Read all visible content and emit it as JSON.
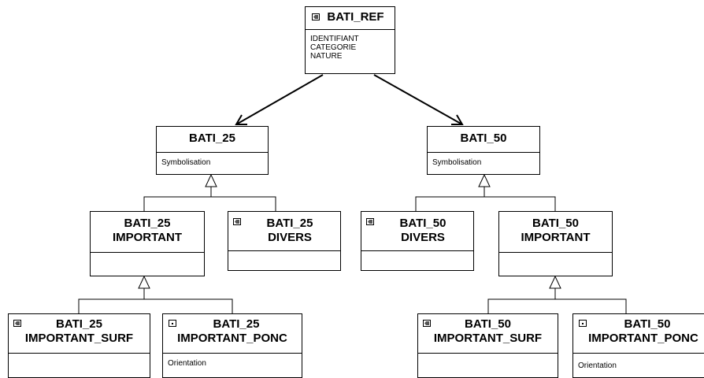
{
  "classes": {
    "bati_ref": {
      "title": "BATI_REF",
      "icon": "polygon-icon",
      "attributes": [
        "IDENTIFIANT",
        "CATEGORIE",
        "NATURE"
      ]
    },
    "bati_25": {
      "title": "BATI_25",
      "attributes": [
        "Symbolisation"
      ]
    },
    "bati_50": {
      "title": "BATI_50",
      "attributes": [
        "Symbolisation"
      ]
    },
    "bati_25_important": {
      "line1": "BATI_25",
      "line2": "IMPORTANT"
    },
    "bati_25_divers": {
      "line1": "BATI_25",
      "line2": "DIVERS",
      "icon": "polygon-icon"
    },
    "bati_50_divers": {
      "line1": "BATI_50",
      "line2": "DIVERS",
      "icon": "polygon-icon"
    },
    "bati_50_important": {
      "line1": "BATI_50",
      "line2": "IMPORTANT"
    },
    "bati_25_important_surf": {
      "line1": "BATI_25",
      "line2": "IMPORTANT_SURF",
      "icon": "polygon-icon"
    },
    "bati_25_important_ponc": {
      "line1": "BATI_25",
      "line2": "IMPORTANT_PONC",
      "icon": "point-icon",
      "attributes": [
        "Orientation"
      ]
    },
    "bati_50_important_surf": {
      "line1": "BATI_50",
      "line2": "IMPORTANT_SURF",
      "icon": "polygon-icon"
    },
    "bati_50_important_ponc": {
      "line1": "BATI_50",
      "line2": "IMPORTANT_PONC",
      "icon": "point-icon",
      "attributes": [
        "Orientation"
      ]
    }
  }
}
